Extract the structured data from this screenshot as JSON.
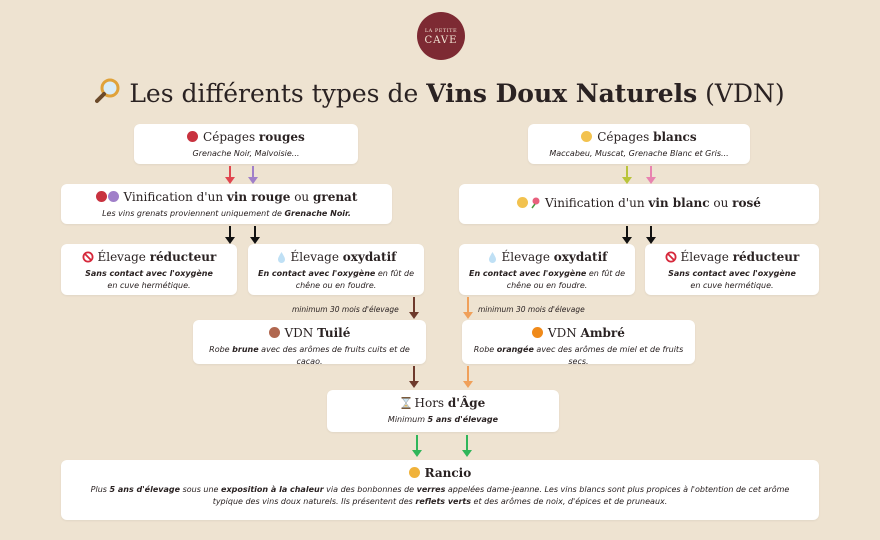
{
  "logo": {
    "line1": "LA PETITE",
    "line2": "CAVE"
  },
  "title": {
    "pre": "Les différents types de ",
    "bold": "Vins Doux Naturels",
    "post": " (VDN)"
  },
  "colors": {
    "red": "#c8323f",
    "yellow": "#f2c24f",
    "purple": "#a07fc9",
    "pink": "#e883b0",
    "brown": "#6e3a2c",
    "orange": "#f0a05a",
    "green": "#2fb65a",
    "tuile": "#b0674f",
    "ambre": "#f08a1a",
    "wine": "#7d2a33"
  },
  "icons": {
    "title": "magnifier-icon",
    "prohibited": "prohibited-icon",
    "droplet": "droplet-icon",
    "hourglass": "hourglass-icon",
    "rose": "rose-icon"
  },
  "rouges": {
    "title_pre": "Cépages ",
    "title_bold": "rouges",
    "sub": "Grenache Noir, Malvoisie..."
  },
  "blancs": {
    "title_pre": "Cépages ",
    "title_bold": "blancs",
    "sub": "Maccabeu, Muscat, Grenache Blanc et Gris..."
  },
  "vin_rouge": {
    "pre": "Vinification d'un ",
    "bold": "vin rouge",
    "mid": " ou ",
    "bold2": "grenat",
    "sub_pre": "Les vins grenats proviennent uniquement de ",
    "sub_bold": "Grenache Noir."
  },
  "vin_blanc": {
    "pre": "Vinification d'un ",
    "bold": "vin blanc",
    "mid": " ou ",
    "bold2": "rosé"
  },
  "red_left": {
    "title_pre": "Élevage ",
    "title_bold": "réducteur",
    "sub_bold": "Sans contact avec l'oxygène",
    "sub": "en cuve hermétique."
  },
  "oxy_left": {
    "title_pre": "Élevage ",
    "title_bold": "oxydatif",
    "sub_bold": "En contact avec l'oxygène",
    "sub": " en fût de chêne ou en foudre."
  },
  "oxy_right": {
    "title_pre": "Élevage ",
    "title_bold": "oxydatif",
    "sub_bold": "En contact avec l'oxygène",
    "sub": " en fût de chêne ou en foudre."
  },
  "red_right": {
    "title_pre": "Élevage ",
    "title_bold": "réducteur",
    "sub_bold": "Sans contact avec l'oxygène",
    "sub": "en cuve hermétique."
  },
  "min_left": "minimum 30 mois d'élevage",
  "min_right": "minimum 30 mois d'élevage",
  "tuile": {
    "title_pre": "VDN ",
    "title_bold": "Tuilé",
    "sub_pre": "Robe ",
    "sub_bold": "brune",
    "sub_post": " avec des arômes de fruits cuits et de cacao."
  },
  "ambre": {
    "title_pre": "VDN ",
    "title_bold": "Ambré",
    "sub_pre": "Robe ",
    "sub_bold": "orangée",
    "sub_post": " avec des arômes de miel et de fruits secs."
  },
  "hors_age": {
    "title_pre": "Hors ",
    "title_bold": "d'Âge",
    "sub_pre": "Minimum ",
    "sub_bold": "5 ans d'élevage"
  },
  "rancio": {
    "title": "Rancio",
    "p1": "Plus ",
    "b1": "5 ans d'élevage",
    "p2": " sous une ",
    "b2": "exposition à la chaleur",
    "p3": " via des bonbonnes de ",
    "b3": "verres",
    "p4": " appelées dame-jeanne. Les vins blancs sont plus propices à l'obtention de cet arôme typique des vins doux naturels. Ils présentent des ",
    "b4": "reflets verts",
    "p5": " et des arômes de noix, d'épices et de pruneaux."
  }
}
